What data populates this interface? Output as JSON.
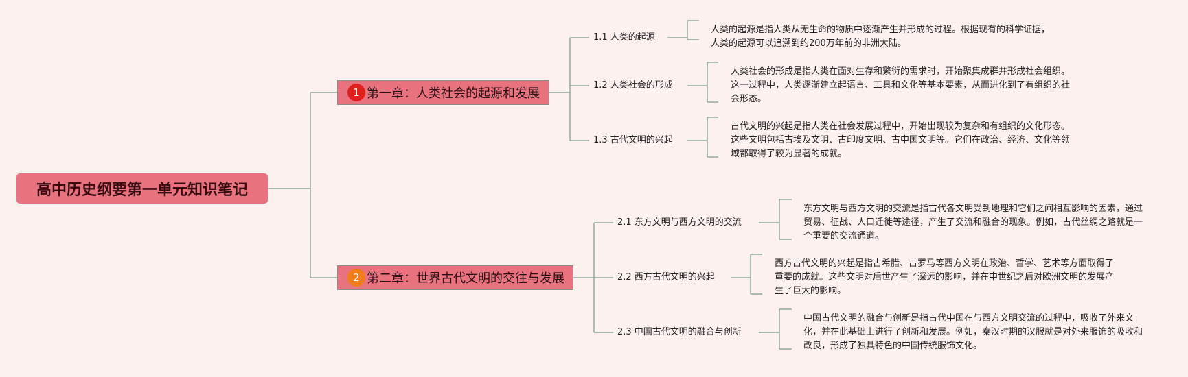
{
  "title": "高中历史纲要第一单元知识笔记",
  "chapters": [
    {
      "badge": "1",
      "label": "第一章：人类社会的起源和发展",
      "topics": [
        {
          "label": "1.1 人类的起源",
          "desc": "人类的起源是指人类从无生命的物质中逐渐产生并形成的过程。根据现有的科学证据，人类的起源可以追溯到约200万年前的非洲大陆。"
        },
        {
          "label": "1.2 人类社会的形成",
          "desc": "人类社会的形成是指人类在面对生存和繁衍的需求时，开始聚集成群并形成社会组织。这一过程中，人类逐渐建立起语言、工具和文化等基本要素，从而进化到了有组织的社会形态。"
        },
        {
          "label": "1.3 古代文明的兴起",
          "desc": "古代文明的兴起是指人类在社会发展过程中，开始出现较为复杂和有组织的文化形态。这些文明包括古埃及文明、古印度文明、古中国文明等。它们在政治、经济、文化等领域都取得了较为显著的成就。"
        }
      ]
    },
    {
      "badge": "2",
      "label": "第二章：世界古代文明的交往与发展",
      "topics": [
        {
          "label": "2.1 东方文明与西方文明的交流",
          "desc": "东方文明与西方文明的交流是指古代各文明受到地理和它们之间相互影响的因素，通过贸易、征战、人口迁徙等途径，产生了交流和融合的现象。例如，古代丝绸之路就是一个重要的交流通道。"
        },
        {
          "label": "2.2 西方古代文明的兴起",
          "desc": "西方古代文明的兴起是指古希腊、古罗马等西方文明在政治、哲学、艺术等方面取得了重要的成就。这些文明对后世产生了深远的影响，并在中世纪之后对欧洲文明的发展产生了巨大的影响。"
        },
        {
          "label": "2.3 中国古代文明的融合与创新",
          "desc": "中国古代文明的融合与创新是指古代中国在与西方文明交流的过程中，吸收了外来文化，并在此基础上进行了创新和发展。例如，秦汉时期的汉服就是对外来服饰的吸收和改良，形成了独具特色的中国传统服饰文化。"
        }
      ]
    }
  ],
  "colors": {
    "background": "#fdf1ef",
    "node_fill": "#e8737f",
    "connector": "#7a9a8c",
    "badge_1": "#e0201e",
    "badge_2": "#f07d18"
  }
}
